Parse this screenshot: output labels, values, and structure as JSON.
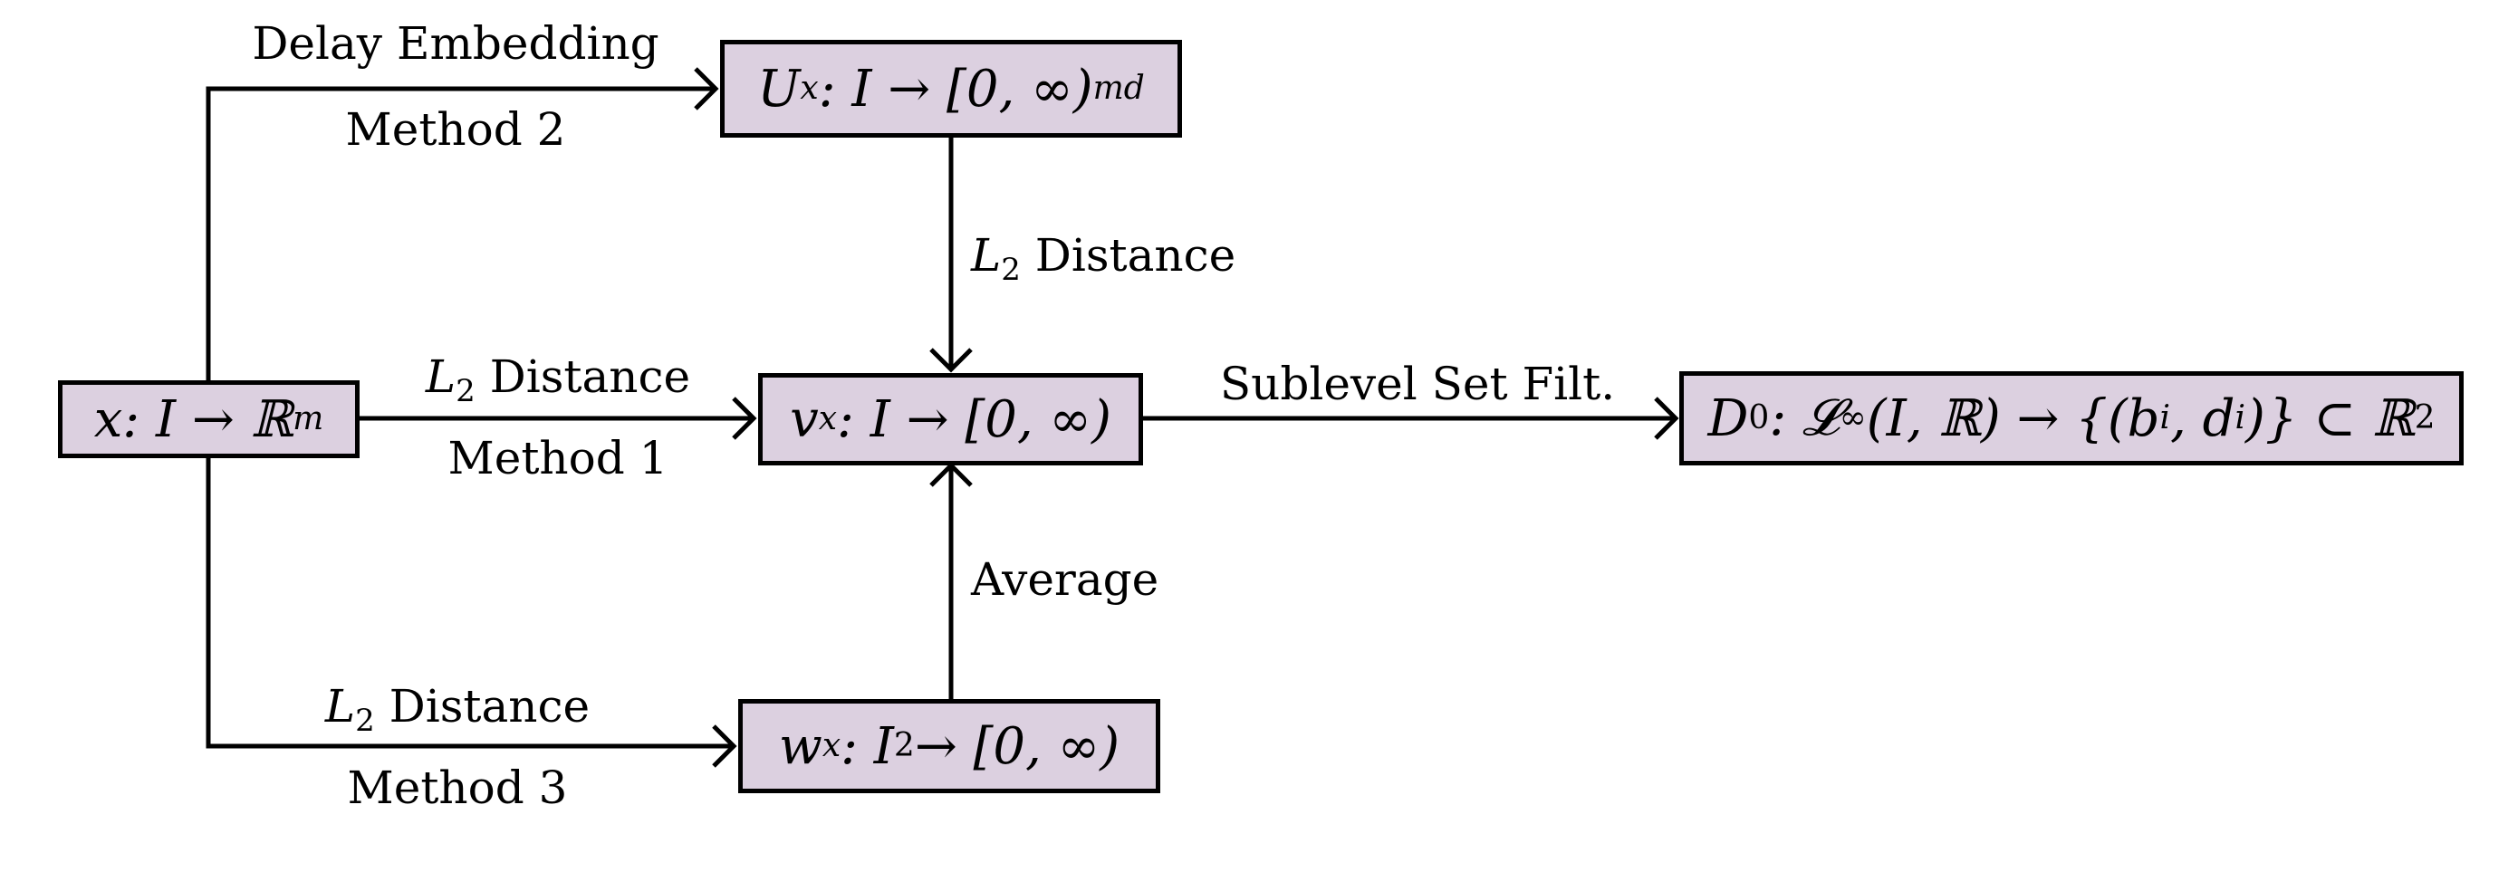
{
  "colors": {
    "node_fill": "#dcd0e0",
    "stroke": "#000000"
  },
  "nodes": {
    "x": {
      "name": "x",
      "rest": " : I → ℝ",
      "sup": "m"
    },
    "U": {
      "name": "U",
      "sub": "x",
      "rest": " : I → [0, ∞)",
      "sup": "md"
    },
    "v": {
      "name": "v",
      "sub": "x",
      "rest": " : I → [0, ∞)"
    },
    "w": {
      "name": "w",
      "sub": "x",
      "mid": " : I",
      "sup": "2",
      "rest": " → [0, ∞)"
    },
    "D": {
      "name": "D",
      "sub": "0",
      "mid": " : 𝓛",
      "sup": "∞",
      "rest": "(I, ℝ) → {(b",
      "sub2": "i",
      "mid2": ", d",
      "sub3": "i",
      "rest2": ")} ⊂ ℝ",
      "sup2": "2"
    }
  },
  "edges": {
    "delay_embedding": "Delay Embedding",
    "method2": "Method 2",
    "l2_top": {
      "symbol": "L",
      "sub": "2",
      "text": " Distance"
    },
    "l2_mid": {
      "symbol": "L",
      "sub": "2",
      "text": " Distance"
    },
    "method1": "Method 1",
    "sublevel": "Sublevel Set Filt.",
    "average": "Average",
    "l2_bottom": {
      "symbol": "L",
      "sub": "2",
      "text": " Distance"
    },
    "method3": "Method 3"
  }
}
